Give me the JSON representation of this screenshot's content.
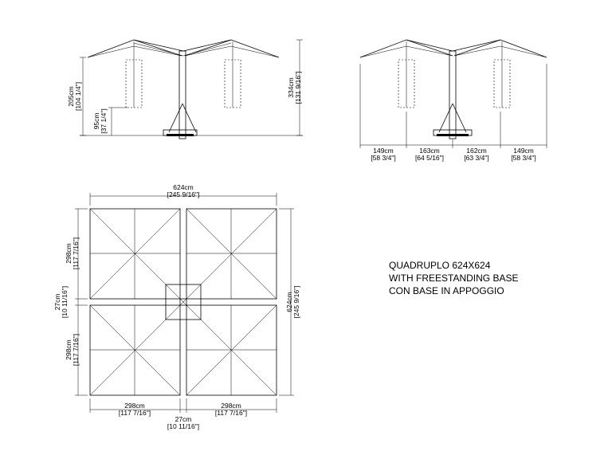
{
  "title_block": {
    "line1": "QUADRUPLO 624X624",
    "line2": "WITH FREESTANDING BASE",
    "line3": "CON BASE IN APPOGGIO"
  },
  "side_view": {
    "height_canopy_cm": "205cm",
    "height_canopy_in": "[104 1/4\"]",
    "height_clear_cm": "95cm",
    "height_clear_in": "[37 1/4\"]",
    "height_total_cm": "334cm",
    "height_total_in": "[131 9/16\"]"
  },
  "front_view": {
    "spans": [
      {
        "cm": "149cm",
        "in": "[58 3/4\"]"
      },
      {
        "cm": "163cm",
        "in": "[64 5/16\"]"
      },
      {
        "cm": "162cm",
        "in": "[63 3/4\"]"
      },
      {
        "cm": "149cm",
        "in": "[58 3/4\"]"
      }
    ]
  },
  "plan_view": {
    "width_cm": "624cm",
    "width_in": "[245 9/16\"]",
    "depth_cm": "624cm",
    "depth_in": "[245 9/16\"]",
    "panel_cm": "298cm",
    "panel_in": "[117 7/16\"]",
    "gap_cm": "27cm",
    "gap_in": "[10 11/16\"]"
  }
}
